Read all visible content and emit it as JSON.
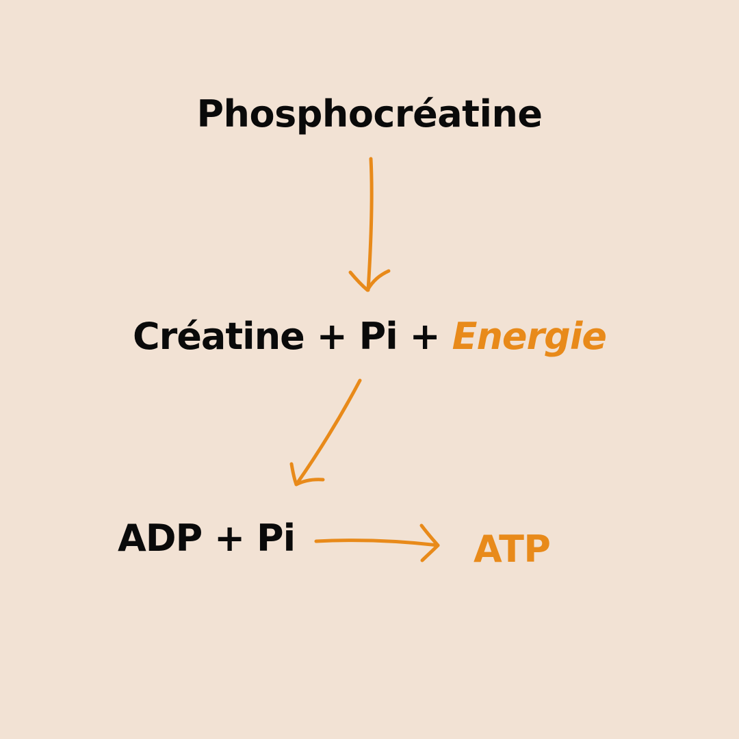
{
  "colors": {
    "background": "#F2E2D4",
    "text": "#0A0A0A",
    "accent": "#E88A1A"
  },
  "nodes": {
    "phosphocreatine": "Phosphocréatine",
    "creatine": "Créatine",
    "plus_1": " + ",
    "pi_1": "Pi",
    "plus_2": " + ",
    "energie": "Energie",
    "adp_pi": "ADP + Pi",
    "atp": "ATP"
  }
}
